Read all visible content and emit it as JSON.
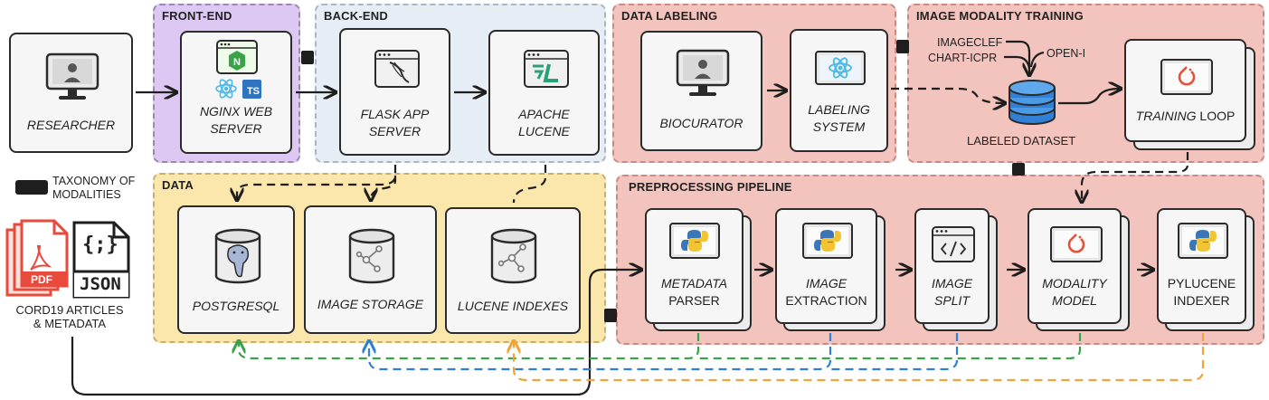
{
  "groups": {
    "frontend": "FRONT-END",
    "backend": "BACK-END",
    "labeling": "DATA LABELING",
    "training": "IMAGE MODALITY TRAINING",
    "data": "DATA",
    "preprocessing": "PREPROCESSING PIPELINE"
  },
  "nodes": {
    "researcher": "RESEARCHER",
    "nginx_l1": "NGINX WEB",
    "nginx_l2": "SERVER",
    "flask_l1": "FLASK APP",
    "flask_l2": "SERVER",
    "lucene_l1": "APACHE",
    "lucene_l2": "LUCENE",
    "biocurator": "BIOCURATOR",
    "labeling_l1": "LABELING",
    "labeling_l2": "SYSTEM",
    "training_a": "TRAINING",
    "training_b": " LOOP",
    "postgres": "POSTGRESQL",
    "image_storage": "IMAGE STORAGE",
    "lucene_indexes": "LUCENE INDEXES",
    "metadata_l1": "METADATA",
    "metadata_l2": "PARSER",
    "extraction_l1": "IMAGE",
    "extraction_l2": "EXTRACTION",
    "split_l1": "IMAGE",
    "split_l2": "SPLIT",
    "modality_l1": "MODALITY",
    "modality_l2": "MODEL",
    "pylucene_l1": "PYLUCENE",
    "pylucene_l2": "INDEXER"
  },
  "sources": {
    "imageclef": "IMAGECLEF",
    "chart_icpr": "CHART-ICPR",
    "open_i": "OPEN-I",
    "labeled_dataset": "LABELED DATASET"
  },
  "legend": {
    "line1": "TAXONOMY OF",
    "line2": "MODALITIES"
  },
  "cord19": {
    "pdf": "PDF",
    "json_braces": "{;}",
    "json": "JSON",
    "line1": "CORD19 ARTICLES",
    "line2": "& METADATA"
  },
  "icons": {
    "ts": "TS",
    "nginx": "N"
  },
  "colors": {
    "green": "#3aa34a",
    "blue": "#2f80d6",
    "orange": "#eea53a",
    "pdf_red": "#e84a3c",
    "react": "#4bb8e6",
    "pytorch": "#e2533a"
  }
}
